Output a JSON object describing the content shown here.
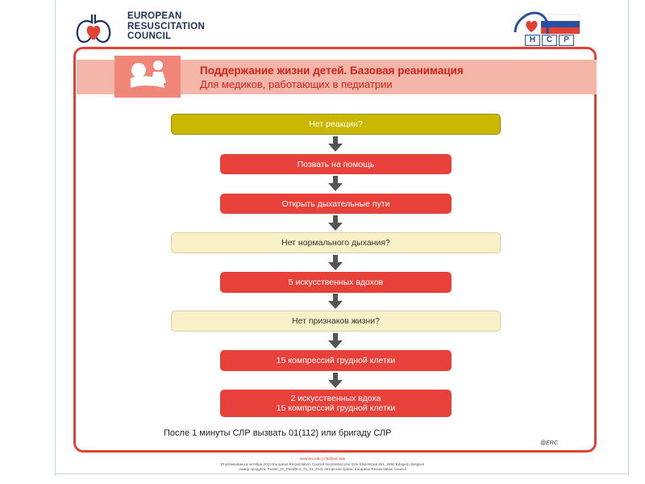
{
  "header": {
    "org_line1": "EUROPEAN",
    "org_line2": "RESUSCITATION",
    "org_line3": "COUNCIL",
    "nsr_letters": [
      "Н",
      "С",
      "Р"
    ]
  },
  "banner": {
    "title": "Поддержание жизни детей. Базовая реанимация",
    "subtitle": "Для медиков, работающих в педиатрии"
  },
  "steps": [
    {
      "text": "Нет реакции?",
      "style": "olive"
    },
    {
      "text": "Позвать на помощь",
      "style": "red"
    },
    {
      "text": "Открыть дыхательные пути",
      "style": "red"
    },
    {
      "text": "Нет нормального дыхания?",
      "style": "beige"
    },
    {
      "text": "5 искусственных вдохов",
      "style": "red"
    },
    {
      "text": "Нет признаков жизни?",
      "style": "beige"
    },
    {
      "text": "15 компрессий грудной клетки",
      "style": "red"
    },
    {
      "text_line1": "2 искусственных вдоха",
      "text_line2": "15 компрессий грудной клетки",
      "style": "red"
    }
  ],
  "footer": {
    "note": "После 1 минуты СЛР вызвать 01(112) или бригаду СЛР",
    "signature": "@ERC",
    "url": "www.erc.edu | info@erc.edu",
    "line2": "Опубликовано в октябре 2010 European Resuscitation Council Secretariat vzw, Drie Eikenstraat 661, 2650 Edegem, Belgium",
    "line3": "номер продукта: Poster_10_PaedBLS_01_01_RUS  Авторское право: European Resuscitation Council"
  },
  "colors": {
    "frame": "#e24135",
    "olive": "#c9b700",
    "red": "#e8413a",
    "beige": "#f8f0c6",
    "arrow": "#555555"
  }
}
